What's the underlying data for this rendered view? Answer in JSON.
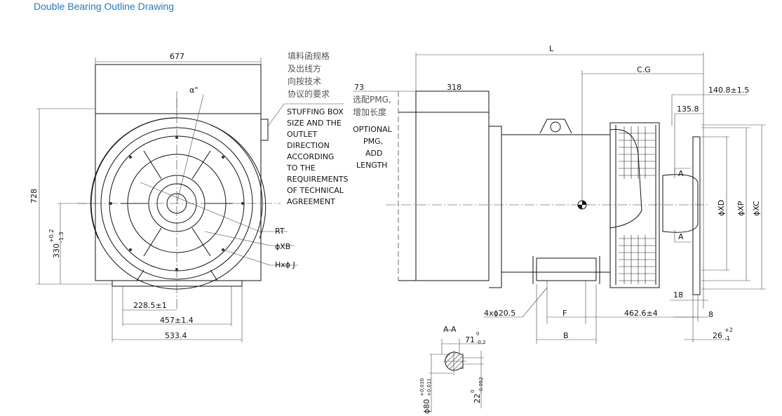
{
  "title": "Double Bearing Outline Drawing",
  "front_view": {
    "width_677": "677",
    "angle": "α°",
    "height_728": "728",
    "center_height": "330",
    "center_tol_upper": "+0.2",
    "center_tol_lower": "-1.3",
    "rt": "RT",
    "xb": "ϕXB",
    "hxj": "Hxϕ J",
    "dim_228": "228.5±1",
    "dim_457": "457±1.4",
    "dim_533": "533.4"
  },
  "notes": {
    "cn_lines": [
      "填料函规格",
      "及出线方",
      "向按技术",
      "协议的要求"
    ],
    "en_lines": [
      "STUFFING BOX",
      "SIZE AND THE",
      "OUTLET",
      "DIRECTION",
      "ACCORDING",
      "TO THE",
      "REQUIREMENTS",
      "OF TECHNICAL",
      "AGREEMENT"
    ],
    "pmg_dim": "73",
    "pmg_cn": [
      "选配PMG,",
      "增加长度"
    ],
    "pmg_en": [
      "OPTIONAL",
      "PMG,",
      "ADD",
      "LENGTH"
    ]
  },
  "side_view": {
    "L": "L",
    "cg": "C.G",
    "dim_318": "318",
    "dim_140": "140.8±1.5",
    "dim_135": "135.8",
    "xd": "ϕXD",
    "xp": "ϕXP",
    "xc": "ϕXC",
    "section_a": "A",
    "dim_18": "18",
    "holes": "4xϕ20.5",
    "F": "F",
    "dim_462": "462.6±4",
    "dim_8": "8",
    "B": "B",
    "dim_26": "26",
    "dim_26_tol_u": "+2",
    "dim_26_tol_l": "-1"
  },
  "section": {
    "label": "A-A",
    "dim_71": "71",
    "dim_71_tol_u": "0",
    "dim_71_tol_l": "-0.2",
    "dim_80": "ϕ80",
    "dim_80_tol_u": "+0.030",
    "dim_80_tol_l": "+0.011",
    "dim_22": "22",
    "dim_22_tol_u": "0",
    "dim_22_tol_l": "-0.052"
  }
}
